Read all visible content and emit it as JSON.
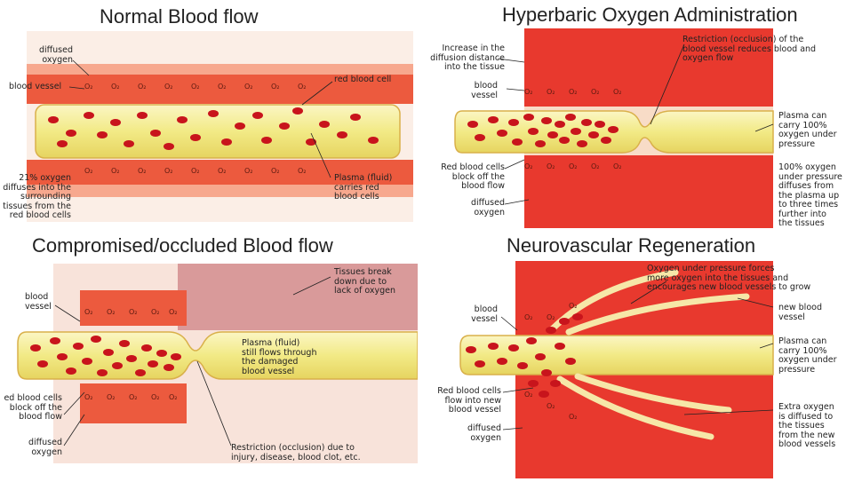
{
  "panels": {
    "normal": {
      "title": "Normal Blood flow",
      "labels": {
        "diffused_oxygen": "diffused\noxygen",
        "blood_vessel": "blood vessel",
        "red_blood_cell": "red blood cell",
        "oxygen_21": "21% oxygen\ndiffuses into the\nsurrounding\ntissues from the\nred blood cells",
        "plasma": "Plasma (fluid)\ncarries red\nblood cells"
      }
    },
    "hyperbaric": {
      "title": "Hyperbaric Oxygen Administration",
      "labels": {
        "diffusion_distance": "Increase in the\ndiffusion distance\ninto the tissue",
        "restriction": "Restriction (occlusion) of the\nblood vessel reduces blood and\noxygen flow",
        "blood_vessel": "blood\nvessel",
        "plasma": "Plasma can\ncarry 100%\noxygen under\npressure",
        "rbc_block": "Red blood cells\nblock off the\nblood flow",
        "diffused_oxygen": "diffused\noxygen",
        "oxygen_100": "100% oxygen\nunder pressure\ndiffuses from\nthe plasma up\nto three times\nfurther into\nthe tissues"
      }
    },
    "compromised": {
      "title": "Compromised/occluded  Blood flow",
      "labels": {
        "blood_vessel": "blood\nvessel",
        "tissues_break": "Tissues break\ndown due to\nlack of oxygen",
        "plasma": "Plasma (fluid)\nstill flows through\nthe damaged\nblood vessel",
        "rbc_block": "ed blood cells\nblock off the\nblood flow",
        "diffused_oxygen": "diffused\noxygen",
        "restriction": "Restriction (occlusion) due to\ninjury, disease, blood clot, etc."
      }
    },
    "regeneration": {
      "title": "Neurovascular Regeneration",
      "labels": {
        "oxygen_pressure": "Oxygen under pressure forces\nmore oxygen into the tissues and\nencourages new blood vessels to grow",
        "blood_vessel": "blood\nvessel",
        "new_vessel": "new blood\nvessel",
        "plasma": "Plasma can\ncarry 100%\noxygen under\npressure",
        "rbc_flow": "Red blood cells\nflow into new\nblood vessel",
        "diffused_oxygen": "diffused\noxygen",
        "extra_oxygen": "Extra oxygen\nis diffused to\nthe tissues\nfrom the new\nblood vessels"
      }
    }
  },
  "o2_label": "O₂",
  "colors": {
    "tissue": "#e8392e",
    "tissue_light": "#f7c6b8",
    "plasma": "#f2ea86",
    "rbc": "#c8141c",
    "wall": "#f6d7c2"
  }
}
